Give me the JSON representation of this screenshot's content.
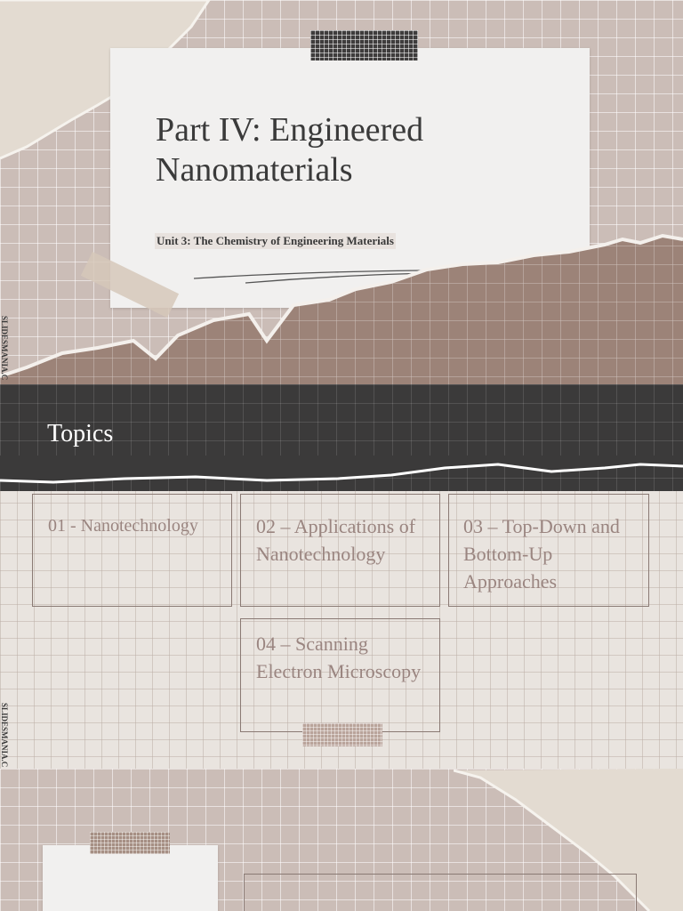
{
  "slide1": {
    "title": "Part IV: Engineered Nanomaterials",
    "subtitle": "Unit 3: The Chemistry of Engineering Materials",
    "watermark": "SLIDESMANIA.C"
  },
  "slide2": {
    "heading": "Topics",
    "topics": [
      {
        "label": "01 - Nanotechnology"
      },
      {
        "label": "02 – Applications of Nanotechnology"
      },
      {
        "label": "03 – Top-Down and Bottom-Up Approaches"
      },
      {
        "label": "04 – Scanning Electron Microscopy"
      }
    ],
    "watermark": "SLIDESMANIA.C"
  },
  "colors": {
    "background": "#cbbdb7",
    "paper": "#f1f0ef",
    "dark_band": "#3b3a3a",
    "torn_brown": "#9c8378",
    "topic_text": "#9a8580"
  }
}
